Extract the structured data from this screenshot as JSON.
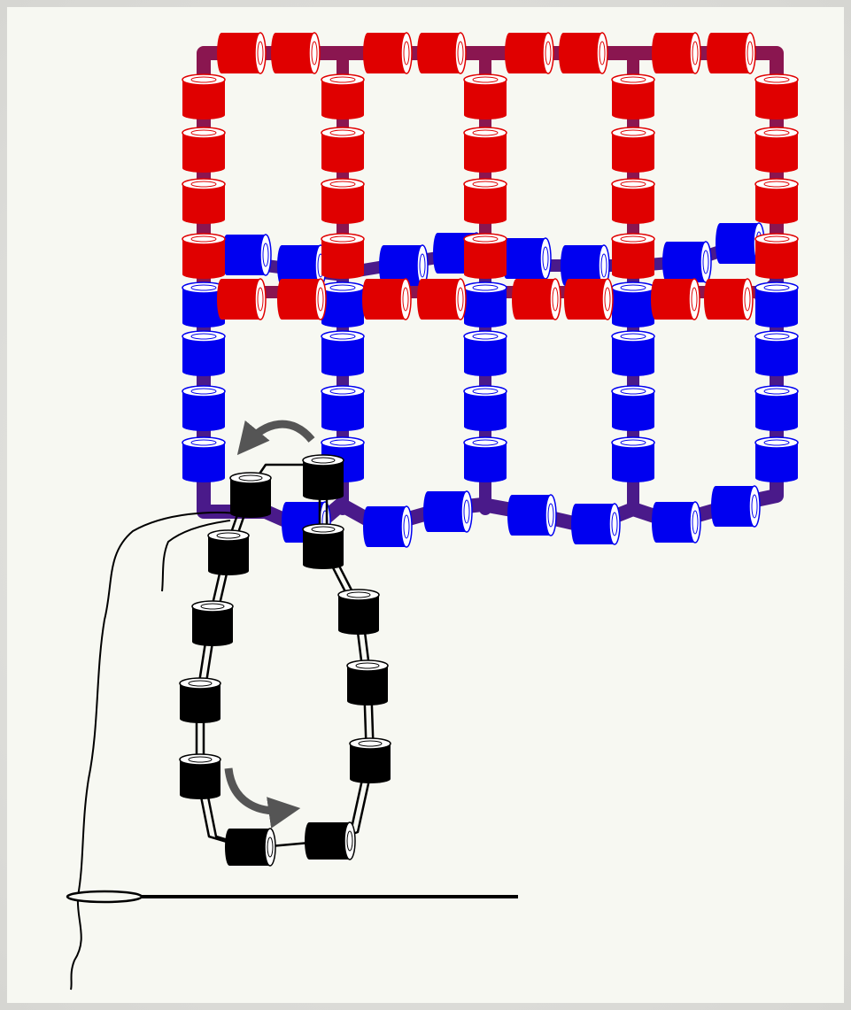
{
  "diagram": {
    "kind": "bead-weaving-illustration",
    "colors": {
      "background": "#f7f8f2",
      "frame": "#d9d9d6",
      "thread_red": "#8a1650",
      "thread_blue": "#4a1a8a",
      "bead_red": "#e00000",
      "bead_blue": "#0000f0",
      "bead_black": "#000000",
      "arrow": "#555555",
      "needle": "#000000"
    },
    "panels": [
      {
        "name": "red-netted-panel",
        "rows": 1,
        "columns": 4
      },
      {
        "name": "blue-netted-panel",
        "rows": 1,
        "columns": 4
      }
    ],
    "working_loop": {
      "bead_color": "black",
      "bead_count": 12
    },
    "arrows": [
      "up-left",
      "down-right"
    ],
    "tool": "needle-icon"
  }
}
